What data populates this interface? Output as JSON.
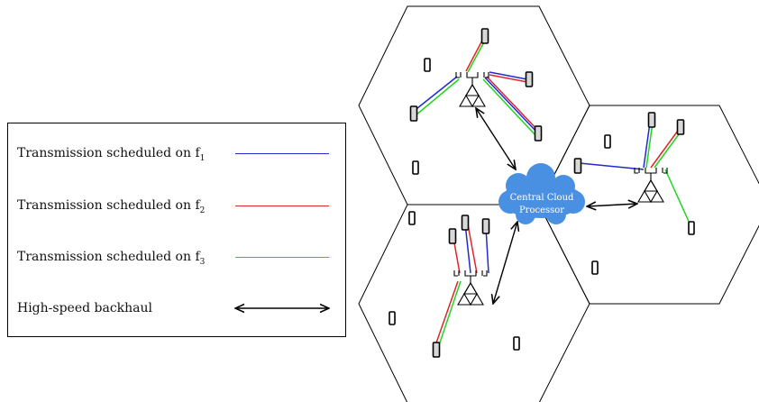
{
  "legend": {
    "items": [
      {
        "label": "Transmission scheduled on f",
        "sub": "1",
        "color": "#1f2bd0",
        "kind": "line"
      },
      {
        "label": "Transmission scheduled on f",
        "sub": "2",
        "color": "#e0252a",
        "kind": "line"
      },
      {
        "label": "Transmission scheduled on f",
        "sub": "3",
        "color": "#1fd51f",
        "kind": "line"
      },
      {
        "label": "High-speed backhaul",
        "sub": "",
        "color": "#000000",
        "kind": "arrow"
      }
    ]
  },
  "cloud": {
    "line1": "Central Cloud",
    "line2": "Processor",
    "color": "#4a90e2"
  },
  "colors": {
    "f1": "#1f2bd0",
    "f2": "#e0252a",
    "f3": "#1fd51f"
  }
}
